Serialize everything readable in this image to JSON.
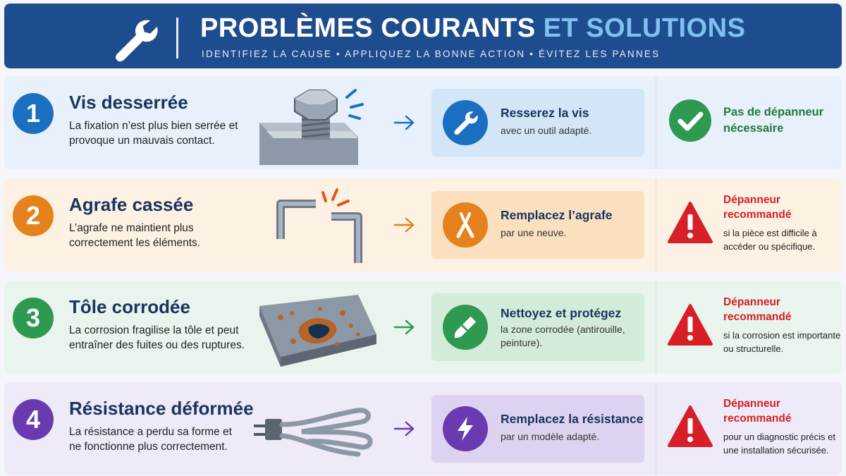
{
  "header": {
    "title_main": "PROBLÈMES COURANTS",
    "title_accent": "ET SOLUTIONS",
    "subtitle": "IDENTIFIEZ LA CAUSE  •  APPLIQUEZ LA BONNE ACTION  •  ÉVITEZ LES PANNES"
  },
  "rows": [
    {
      "number": "1",
      "problem": "Vis desserrée",
      "description": "La fixation n’est plus bien serrée et provoque un mauvais contact.",
      "solution_title": "Resserez la vis",
      "solution_desc": "avec un outil adapté.",
      "verdict_title": "Pas de dépanneur nécessaire",
      "verdict_desc": "",
      "verdict_type": "ok",
      "color": "#1b6fc0"
    },
    {
      "number": "2",
      "problem": "Agrafe cassée",
      "description": "L’agrafe ne maintient plus correctement les éléments.",
      "solution_title": "Remplacez l’agrafe",
      "solution_desc": "par une neuve.",
      "verdict_title": "Dépanneur recommandé",
      "verdict_desc": "si la pièce est difficile à accéder ou spécifique.",
      "verdict_type": "warning",
      "color": "#e6821d"
    },
    {
      "number": "3",
      "problem": "Tôle corrodée",
      "description": "La corrosion fragilise la tôle et peut entraîner des fuites ou des ruptures.",
      "solution_title": "Nettoyez et protégez",
      "solution_desc": "la zone corrodée (antirouille, peinture).",
      "verdict_title": "Dépanneur recommandé",
      "verdict_desc": "si la corrosion est importante ou structurelle.",
      "verdict_type": "warning",
      "color": "#2e9950"
    },
    {
      "number": "4",
      "problem": "Résistance déformée",
      "description": "La résistance a perdu sa forme et ne fonctionne plus correctement.",
      "solution_title": "Remplacez la résistance",
      "solution_desc": "par un modèle adapté.",
      "verdict_title": "Dépanneur recommandé",
      "verdict_desc": "pour un diagnostic précis et une installation sécurisée.",
      "verdict_type": "warning",
      "color": "#6a3bb0"
    }
  ],
  "icons": {
    "header": "wrench-icon",
    "row1_solution": "wrench-icon",
    "row2_solution": "pliers-icon",
    "row3_solution": "paintbrush-icon",
    "row4_solution": "lightning-icon",
    "ok_verdict": "checkmark-icon",
    "warning_verdict": "warning-triangle-icon"
  },
  "colors": {
    "header_bg": "#1d4d8f",
    "accent": "#7fc0f0",
    "ok": "#2e9950",
    "warning": "#d61f26"
  }
}
